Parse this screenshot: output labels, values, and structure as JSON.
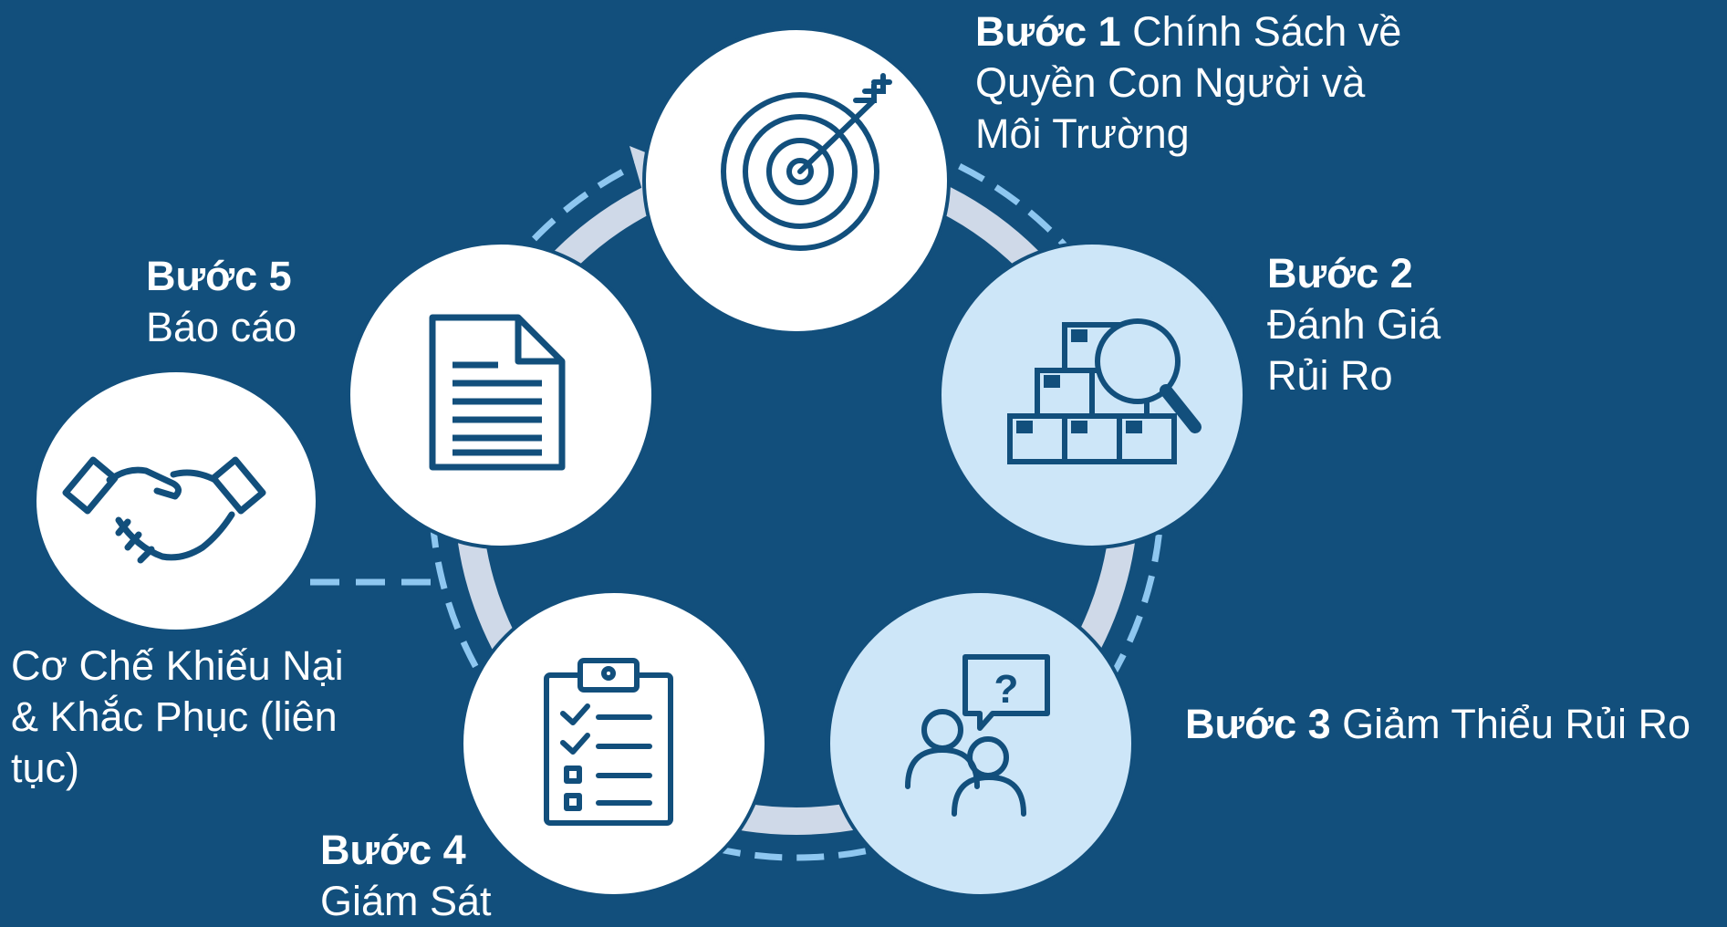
{
  "colors": {
    "background": "#124f7c",
    "ring": "#cfd9e8",
    "dashed_ring": "#8ec7f0",
    "circle_white": "#ffffff",
    "circle_light": "#cde6f8",
    "icon_stroke": "#124f7c",
    "circle_border": "#124f7c"
  },
  "steps": [
    {
      "step": "Bước 1",
      "lines": [
        "Chính Sách về",
        "Quyền Con Người và",
        "Môi Trường"
      ],
      "icon": "target-icon"
    },
    {
      "step": "Bước 2",
      "lines": [
        "Đánh Giá",
        "Rủi Ro"
      ],
      "icon": "boxes-magnifier-icon"
    },
    {
      "step": "Bước 3",
      "lines": [
        "Giảm Thiểu Rủi Ro"
      ],
      "icon": "people-question-icon"
    },
    {
      "step": "Bước 4",
      "lines": [
        "Giám Sát"
      ],
      "icon": "clipboard-checklist-icon"
    },
    {
      "step": "Bước 5",
      "lines": [
        "Báo cáo"
      ],
      "icon": "document-icon"
    }
  ],
  "grievance": {
    "lines": [
      "Cơ Chế Khiếu Nại",
      "& Khắc Phục (liên",
      "tục)"
    ],
    "icon": "handshake-icon"
  }
}
